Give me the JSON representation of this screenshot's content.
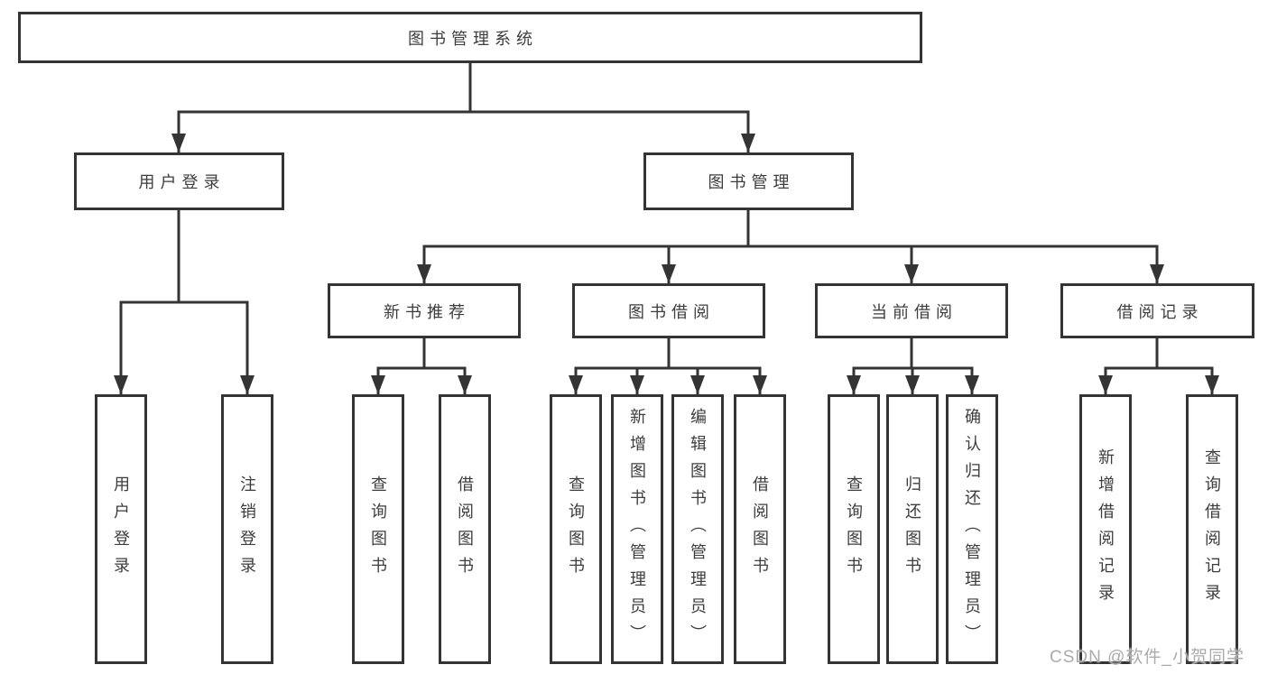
{
  "diagram": {
    "title": "图书管理系统",
    "root": "图书管理系统",
    "level2": [
      "用户登录",
      "图书管理"
    ],
    "level3": [
      "新书推荐",
      "图书借阅",
      "当前借阅",
      "借阅记录"
    ],
    "leaves": {
      "user": [
        "用户登录",
        "注销登录"
      ],
      "recommend": [
        "查询图书",
        "借阅图书"
      ],
      "borrow": [
        "查询图书",
        "新增图书（管理员）",
        "编辑图书（管理员）",
        "借阅图书"
      ],
      "current": [
        "查询图书",
        "归还图书",
        "确认归还（管理员）"
      ],
      "records": [
        "新增借阅记录",
        "查询借阅记录"
      ]
    }
  },
  "watermark": "CSDN @软件_小贺同学",
  "colors": {
    "line": "#343434",
    "text": "#3d3d3d",
    "watermark": "#ababab",
    "background": "#ffffff"
  }
}
